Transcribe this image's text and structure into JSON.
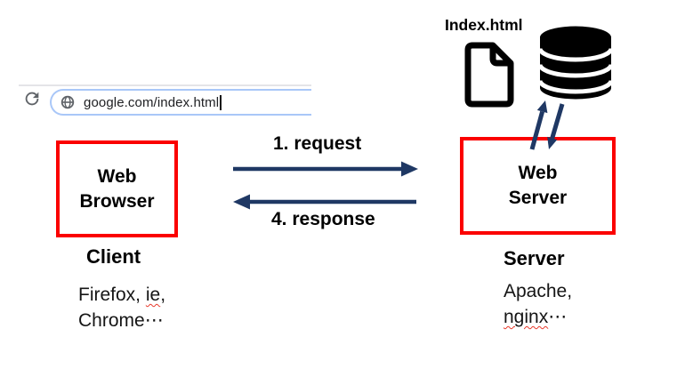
{
  "colors": {
    "red_box": "#fb0000",
    "arrow_navy": "#1f3864",
    "squiggle_red": "#e8392b",
    "url_text": "#202124",
    "icon_gray": "#5f6368",
    "pill_border": "#a9c7f8",
    "divider": "#e4e4e8",
    "ink": "#000000"
  },
  "address_bar": {
    "url": "google.com/index.html"
  },
  "storage": {
    "file_label": "Index.html"
  },
  "client": {
    "box_line1": "Web",
    "box_line2": "Browser",
    "caption": "Client",
    "apps_part1": "Firefox, ",
    "apps_misspelled": "ie",
    "apps_part2": ",",
    "apps_line2": "Chrome⋯"
  },
  "server": {
    "box_line1": "Web",
    "box_line2": "Server",
    "caption": "Server",
    "apps_line1": "Apache,",
    "apps_misspelled": "nginx",
    "apps_suffix": "⋯"
  },
  "flow": {
    "request_label": "1. request",
    "response_label": "4. response"
  },
  "icons": {
    "reload": "reload-icon",
    "globe": "globe-icon",
    "file": "file-icon",
    "database": "database-icon",
    "request_arrow": "right-arrow-icon",
    "response_arrow": "left-arrow-icon",
    "db_transfer": "up-down-arrows-icon"
  }
}
